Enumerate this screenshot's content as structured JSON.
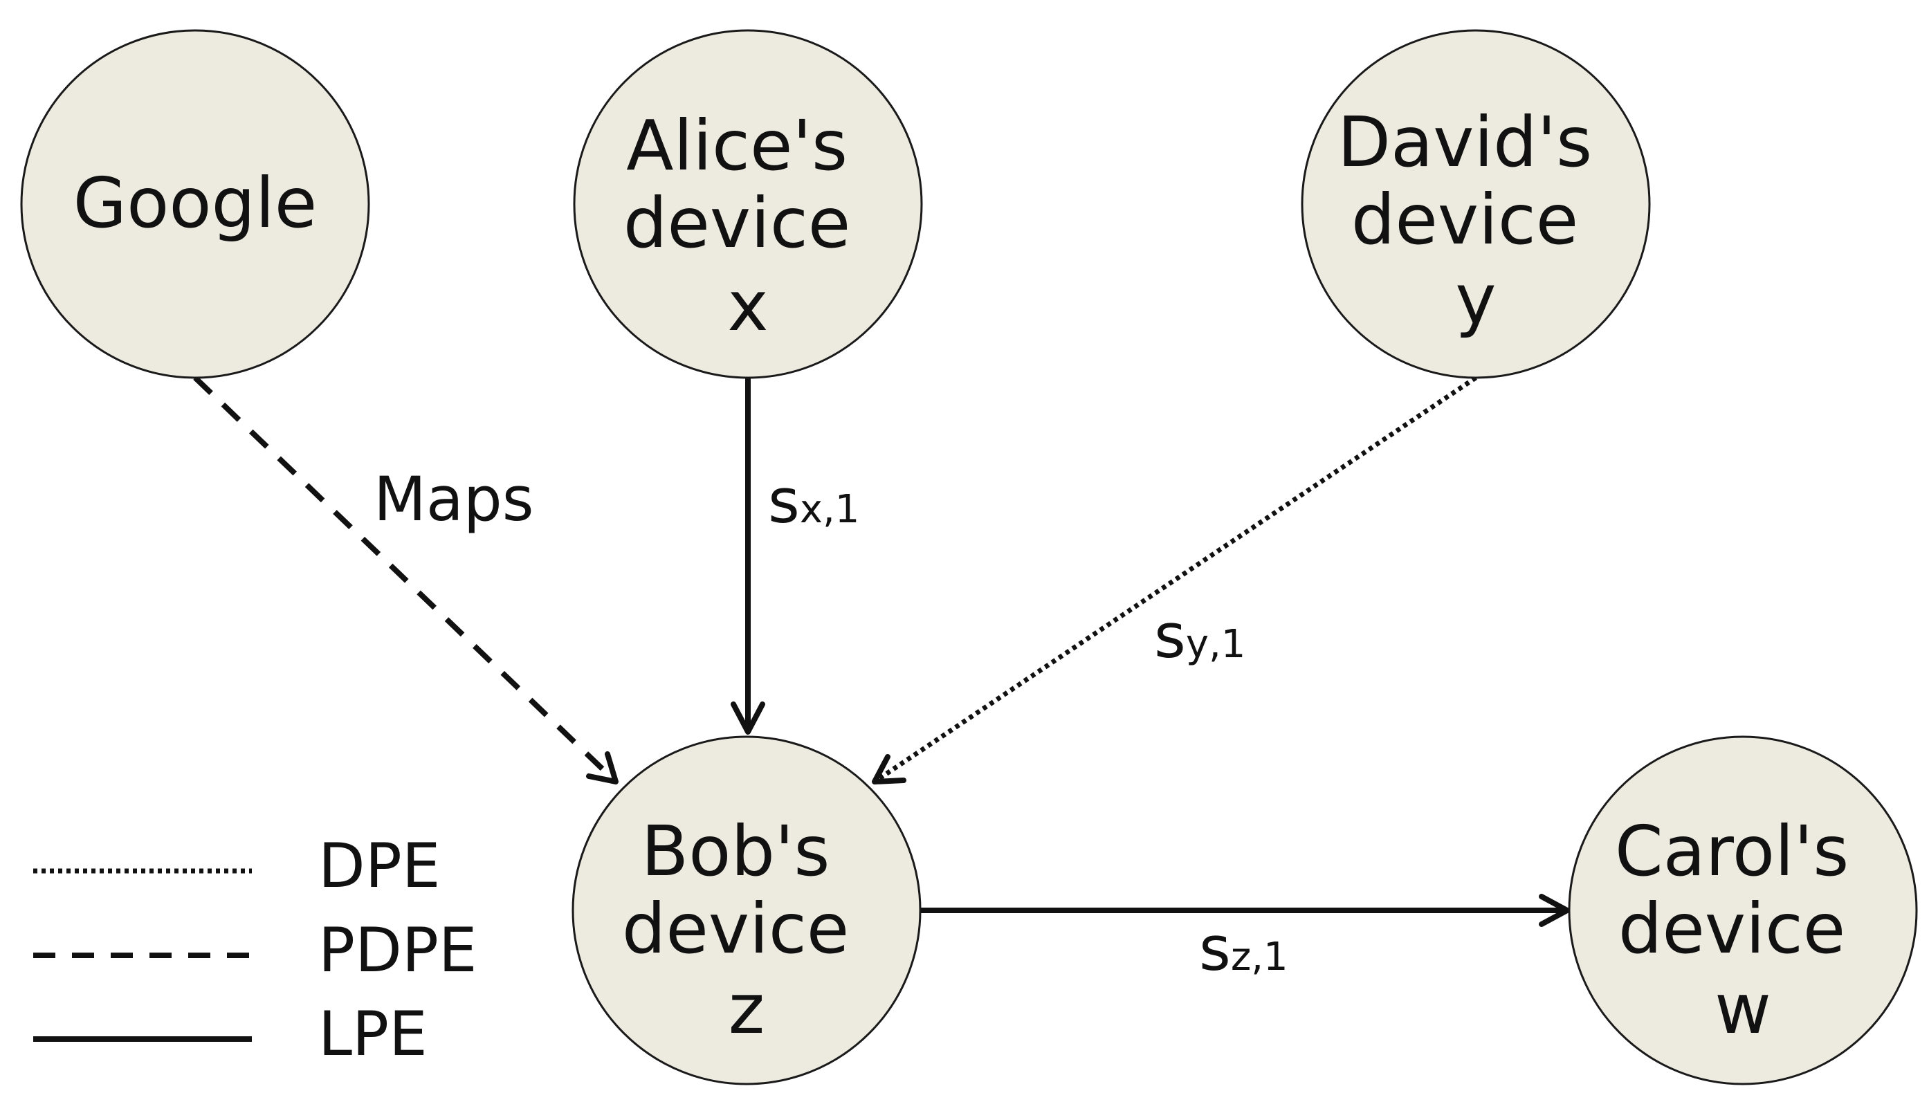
{
  "nodes": [
    {
      "id": "google",
      "lines": [
        "Google"
      ]
    },
    {
      "id": "alice",
      "lines": [
        "Alice's",
        "device",
        "x"
      ]
    },
    {
      "id": "david",
      "lines": [
        "David's",
        "device",
        "y"
      ]
    },
    {
      "id": "bob",
      "lines": [
        "Bob's",
        "device",
        "z"
      ]
    },
    {
      "id": "carol",
      "lines": [
        "Carol's",
        "device",
        "w"
      ]
    }
  ],
  "edges": [
    {
      "id": "google-bob",
      "style": "dashed",
      "label": "Maps",
      "sub": ""
    },
    {
      "id": "alice-bob",
      "style": "solid",
      "label": "s",
      "sub": "x,1"
    },
    {
      "id": "david-bob",
      "style": "dotted",
      "label": "s",
      "sub": "y,1"
    },
    {
      "id": "bob-carol",
      "style": "solid",
      "label": "s",
      "sub": "z,1"
    }
  ],
  "legend": [
    {
      "style": "dotted",
      "label": "DPE"
    },
    {
      "style": "dashed",
      "label": "PDPE"
    },
    {
      "style": "solid",
      "label": "LPE"
    }
  ]
}
